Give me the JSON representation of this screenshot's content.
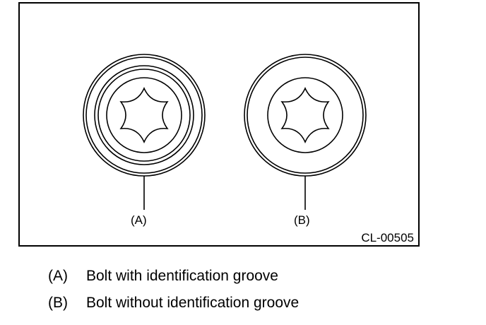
{
  "figure": {
    "code": "CL-00505",
    "callouts": {
      "a": "(A)",
      "b": "(B)"
    }
  },
  "legend": [
    {
      "key": "(A)",
      "text": "Bolt with identification groove"
    },
    {
      "key": "(B)",
      "text": "Bolt without identification groove"
    }
  ]
}
